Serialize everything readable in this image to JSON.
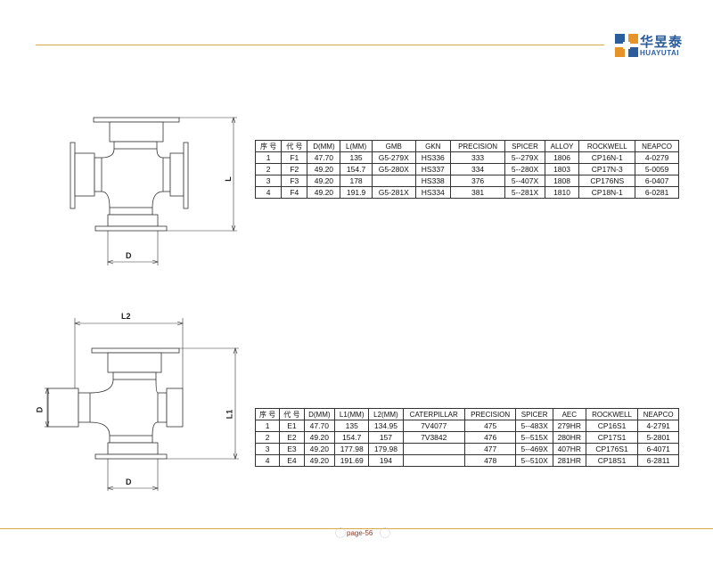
{
  "brand": {
    "name_cn": "华昱泰",
    "name_en": "HUAYUTAI",
    "colors": {
      "blue": "#2b5c9c",
      "orange": "#e6932a",
      "rule": "#d9a84a"
    }
  },
  "drawing1": {
    "label_L": "L",
    "label_D": "D"
  },
  "drawing2": {
    "label_L2": "L2",
    "label_L1": "L1",
    "label_D_left": "D",
    "label_D_bottom": "D"
  },
  "table1": {
    "headers": [
      "序 号",
      "代 号",
      "D(MM)",
      "L(MM)",
      "GMB",
      "GKN",
      "PRECISION",
      "SPICER",
      "ALLOY",
      "ROCKWELL",
      "NEAPCO"
    ],
    "rows": [
      [
        "1",
        "F1",
        "47.70",
        "135",
        "G5-279X",
        "HS336",
        "333",
        "5--279X",
        "1806",
        "CP16N-1",
        "4-0279"
      ],
      [
        "2",
        "F2",
        "49.20",
        "154.7",
        "G5-280X",
        "HS337",
        "334",
        "5--280X",
        "1803",
        "CP17N-3",
        "5-0059"
      ],
      [
        "3",
        "F3",
        "49.20",
        "178",
        "",
        "HS338",
        "376",
        "5--407X",
        "1808",
        "CP176NS",
        "6-0407"
      ],
      [
        "4",
        "F4",
        "49.20",
        "191.9",
        "G5-281X",
        "HS334",
        "381",
        "5--281X",
        "1810",
        "CP18N-1",
        "6-0281"
      ]
    ]
  },
  "table2": {
    "headers": [
      "序 号",
      "代 号",
      "D(MM)",
      "L1(MM)",
      "L2(MM)",
      "CATERPILLAR",
      "PRECISION",
      "SPICER",
      "AEC",
      "ROCKWELL",
      "NEAPCO"
    ],
    "rows": [
      [
        "1",
        "E1",
        "47.70",
        "135",
        "134.95",
        "7V4077",
        "475",
        "5--483X",
        "279HR",
        "CP16S1",
        "4-2791"
      ],
      [
        "2",
        "E2",
        "49.20",
        "154.7",
        "157",
        "7V3842",
        "476",
        "5--515X",
        "280HR",
        "CP17S1",
        "5-2801"
      ],
      [
        "3",
        "E3",
        "49.20",
        "177.98",
        "179.98",
        "",
        "477",
        "5--469X",
        "407HR",
        "CP176S1",
        "6-4071"
      ],
      [
        "4",
        "E4",
        "49.20",
        "191.69",
        "194",
        "",
        "478",
        "5--510X",
        "281HR",
        "CP18S1",
        "6-2811"
      ]
    ]
  },
  "footer": {
    "page_label": "page-56"
  }
}
